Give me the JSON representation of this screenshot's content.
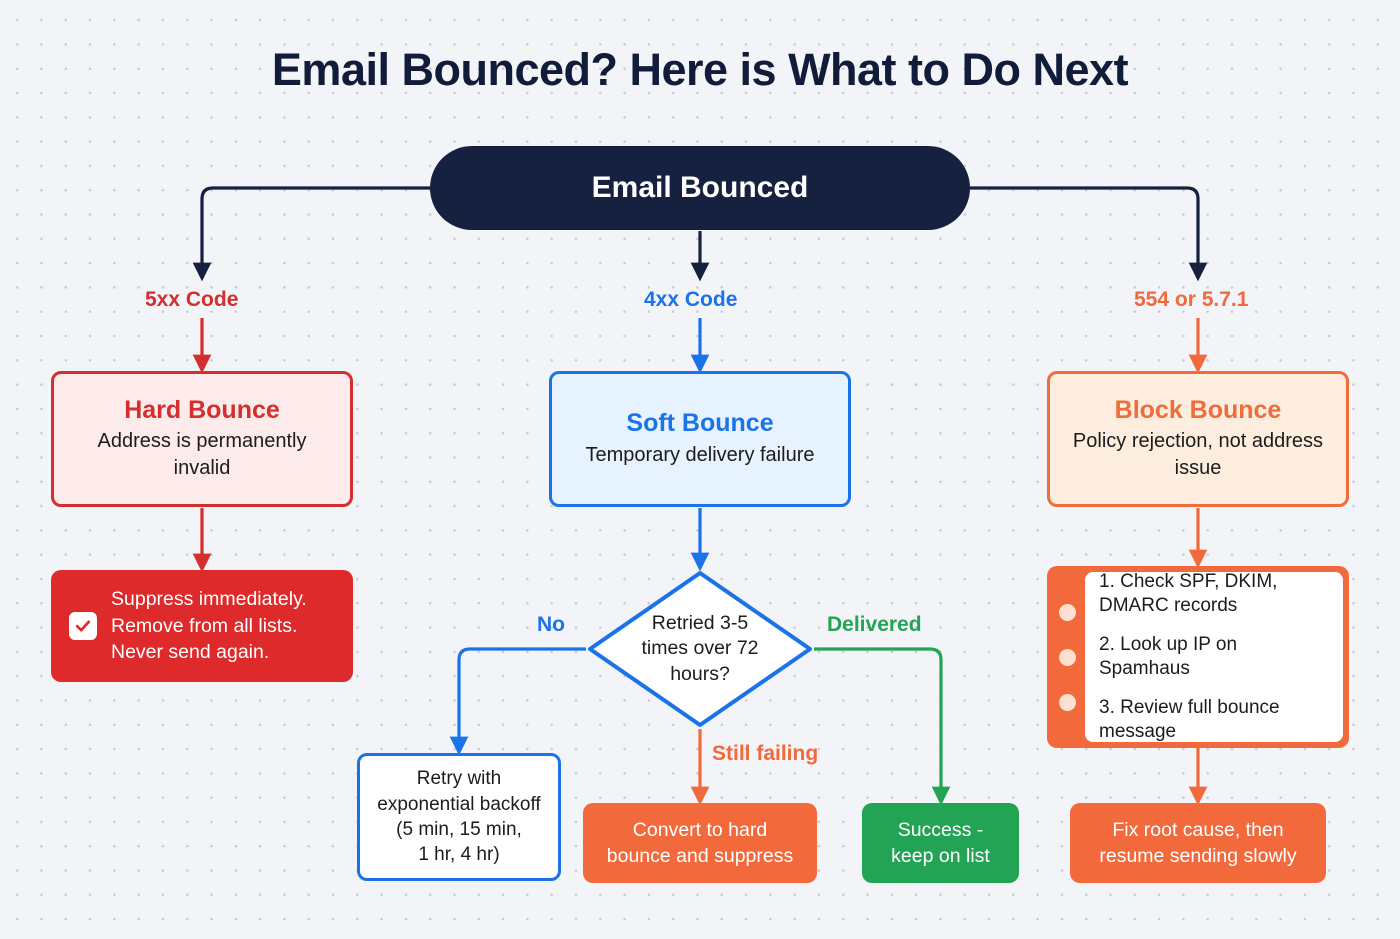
{
  "page": {
    "title": "Email Bounced? Here is What to Do Next"
  },
  "colors": {
    "navy": "#16213f",
    "red": "#d32f2f",
    "red_solid": "#de2a2a",
    "blue": "#1a73e8",
    "orange": "#f2693c",
    "orange_border": "#ef6c3b",
    "green": "#23a455",
    "background": "#f2f4f7"
  },
  "root": {
    "label": "Email Bounced"
  },
  "branch_labels": {
    "left": "5xx Code",
    "center": "4xx Code",
    "right": "554 or 5.7.1"
  },
  "categories": {
    "hard": {
      "title": "Hard Bounce",
      "description": "Address is permanently invalid"
    },
    "soft": {
      "title": "Soft Bounce",
      "description": "Temporary delivery failure"
    },
    "block": {
      "title": "Block Bounce",
      "description": "Policy rejection, not address issue"
    }
  },
  "suppress": {
    "line1": "Suppress immediately.",
    "line2": "Remove from all lists.",
    "line3": "Never send again.",
    "icon": "checkbox-checked-icon"
  },
  "decision": {
    "line1": "Retried 3-5",
    "line2": "times over 72",
    "line3": "hours?",
    "label_no": "No",
    "label_delivered": "Delivered",
    "label_still_failing": "Still failing"
  },
  "retry": {
    "line1": "Retry with",
    "line2": "exponential backoff",
    "line3": "(5 min, 15 min,",
    "line4": "1 hr, 4 hr)"
  },
  "outcomes": {
    "convert": {
      "line1": "Convert to hard",
      "line2": "bounce and suppress"
    },
    "success": {
      "line1": "Success -",
      "line2": "keep on list"
    },
    "fix": {
      "line1": "Fix root cause, then",
      "line2": "resume sending slowly"
    }
  },
  "checklist": {
    "items": [
      "1. Check SPF, DKIM, DMARC records",
      "2. Look up IP on Spamhaus",
      "3. Review full bounce message"
    ]
  }
}
